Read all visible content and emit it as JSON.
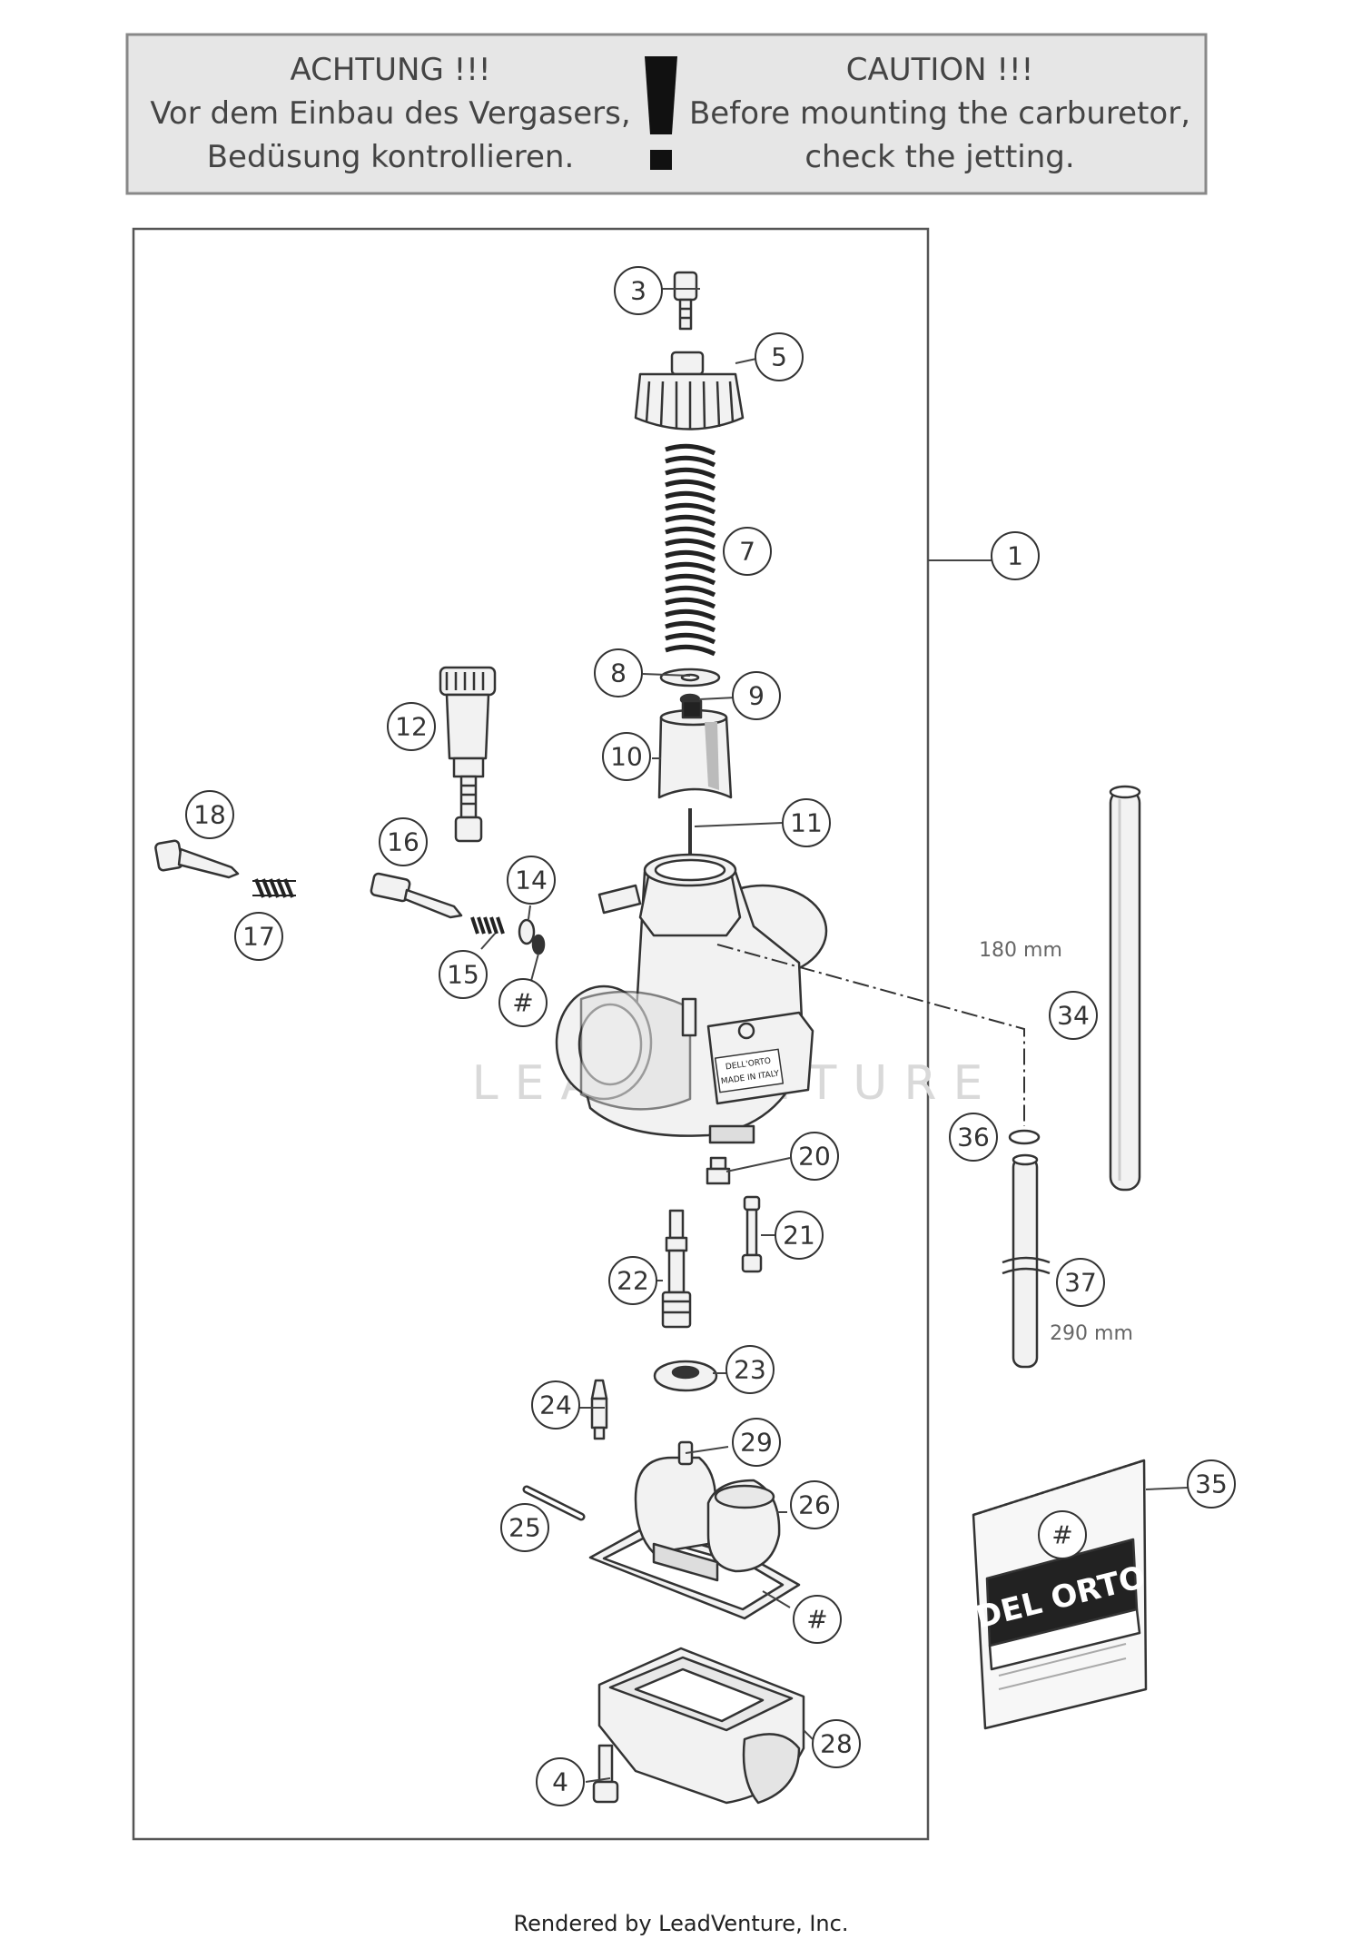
{
  "caution_box": {
    "german": {
      "heading": "ACHTUNG !!!",
      "line1": "Vor dem Einbau des Vergasers,",
      "line2": "Bedüsung kontrollieren."
    },
    "english": {
      "heading": "CAUTION !!!",
      "line1": "Before mounting the carburetor,",
      "line2": "check the jetting."
    }
  },
  "callouts": [
    "1",
    "3",
    "4",
    "5",
    "7",
    "8",
    "9",
    "10",
    "11",
    "12",
    "14",
    "15",
    "16",
    "17",
    "18",
    "20",
    "21",
    "22",
    "23",
    "24",
    "25",
    "26",
    "28",
    "29",
    "34",
    "35",
    "36",
    "37",
    "#"
  ],
  "dimensions": {
    "tube_long": "180 mm",
    "tube_short": "290 mm"
  },
  "watermark": "LEADVENTURE",
  "kit_label": {
    "brand": "DEL ORTO",
    "hash": "#"
  },
  "carb_stamp": [
    "DELL'ORTO",
    "MADE IN ITALY"
  ],
  "footer": "Rendered by LeadVenture, Inc.",
  "colors": {
    "stroke": "#333333",
    "box_fill": "#e6e6e6",
    "part_fill": "#f2f2f2",
    "shade": "#c8c8c8"
  }
}
